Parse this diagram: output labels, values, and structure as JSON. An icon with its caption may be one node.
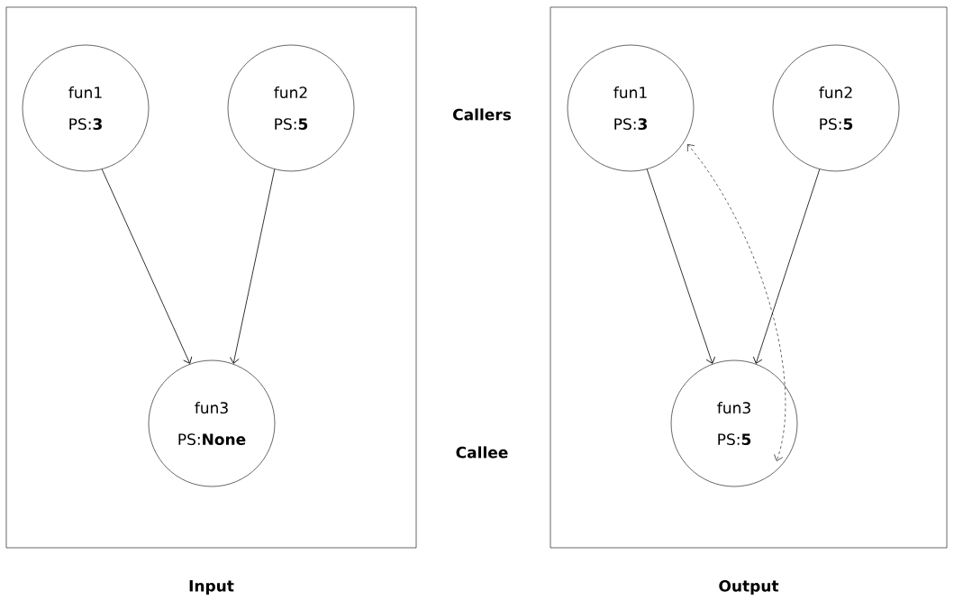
{
  "diagram": {
    "nodes": [
      {
        "text": [
          "Input"
        ]
      },
      {
        "text": [
          "fun1",
          "PS:**3**"
        ],
        "in": 0
      },
      {
        "text": [
          "fun2",
          "PS:**5**"
        ],
        "in": 0
      },
      {
        "text": [
          "fun3",
          "PS:**None**"
        ],
        "in": 0
      },
      {
        "text": [
          "Output"
        ]
      },
      {
        "text": [
          "fun1",
          "PS:**3**"
        ],
        "in": 4
      },
      {
        "text": [
          "fun2",
          "PS:**5**"
        ],
        "in": 4
      },
      {
        "text": [
          "fun3",
          "PS:**5**"
        ],
        "in": 4
      }
    ],
    "edges": [
      {
        "from": 1,
        "to": 3,
        "arrow": "to"
      },
      {
        "from": 2,
        "to": 3,
        "arrow": "to"
      },
      {
        "from": 5,
        "to": 7,
        "arrow": "to"
      },
      {
        "from": 6,
        "to": 7,
        "arrow": "to"
      },
      {
        "from": 5,
        "to": 7,
        "arrow": "both",
        "style": "dashed"
      }
    ],
    "labels": [
      "Callers",
      "Callee"
    ]
  }
}
